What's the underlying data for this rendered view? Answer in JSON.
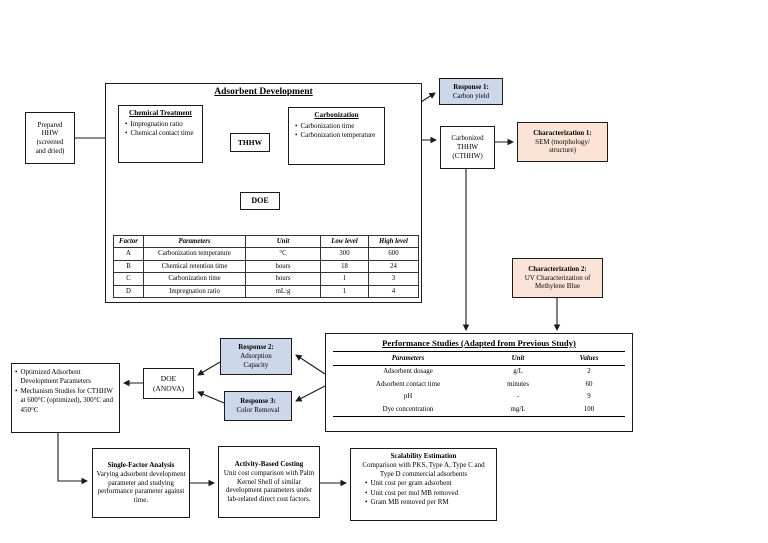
{
  "colors": {
    "response_box_fill": "#ccd7ea",
    "characterization_box_fill": "#fbe4d5",
    "box_border": "#1a1a1a"
  },
  "prepared_hhw": {
    "label": "Prepared\nHHW\n(screened\nand dried)"
  },
  "adsorbent_development": {
    "title": "Adsorbent Development",
    "chemical_treatment": {
      "title": "Chemical Treatment",
      "bullets": [
        "Impregnation ratio",
        "Chemical contact time"
      ]
    },
    "thhw_label": "THHW",
    "carbonization": {
      "title": "Carbonization",
      "bullets": [
        "Carbonization time",
        "Carbonization temperature"
      ]
    },
    "doe_label": "DOE",
    "factors_table": {
      "headers": [
        "Factor",
        "Parameters",
        "Unit",
        "Low level",
        "High level"
      ],
      "rows": [
        [
          "A",
          "Carbonization temperature",
          "°C",
          "300",
          "600"
        ],
        [
          "B",
          "Chemical retention time",
          "hours",
          "18",
          "24"
        ],
        [
          "C",
          "Carbonization time",
          "hours",
          "1",
          "3"
        ],
        [
          "D",
          "Impregnation ratio",
          "mL:g",
          "1",
          "4"
        ]
      ]
    }
  },
  "response_1": {
    "title": "Response 1:",
    "body": "Carbon yield"
  },
  "carbonized_thhw": {
    "label": "Carbonized\nTHHW\n(CTHHW)"
  },
  "characterization_1": {
    "title": "Characterization 1:",
    "body": "SEM (morphology/\nstructure)"
  },
  "characterization_2": {
    "title": "Characterization 2:",
    "body": "UV Characterization of\nMethylene Blue"
  },
  "performance_studies": {
    "title": "Performance Studies (Adapted from Previous Study)",
    "table": {
      "headers": [
        "Parameters",
        "Unit",
        "Values"
      ],
      "rows": [
        [
          "Adsorbent dosage",
          "g/L",
          "2"
        ],
        [
          "Adsorbent contact time",
          "minutes",
          "60"
        ],
        [
          "pH",
          "-",
          "9"
        ],
        [
          "Dye concentration",
          "mg/L",
          "100"
        ]
      ]
    }
  },
  "response_2": {
    "title": "Response 2:",
    "body": "Adsorption\nCapacity"
  },
  "response_3": {
    "title": "Response 3:",
    "body": "Color Removal"
  },
  "doe_anova": {
    "label": "DOE\n(ANOVA)"
  },
  "outcomes": {
    "bullets": [
      "Optimized Adsorbent Development Parameters",
      "Mechanism Studies for CTHHW at 600°C (optimized), 300°C and 450°C"
    ]
  },
  "single_factor_analysis": {
    "title": "Single-Factor Analysis",
    "body": "Varying adsorbent development parameter and studying performance parameter against time."
  },
  "activity_based_costing": {
    "title": "Activity-Based Costing",
    "body": "Unit cost comparison with Palm Kernel Shell of similar development parameters under lab-related direct cost factors."
  },
  "scalability_estimation": {
    "title": "Scalability Estimation",
    "body": "Comparison with PKS, Type A, Type C and Type D commercial adsorbents",
    "bullets": [
      "Unit cost per gram adsorbent",
      "Unit cost per mol MB removed",
      "Gram MB removed per RM"
    ]
  }
}
